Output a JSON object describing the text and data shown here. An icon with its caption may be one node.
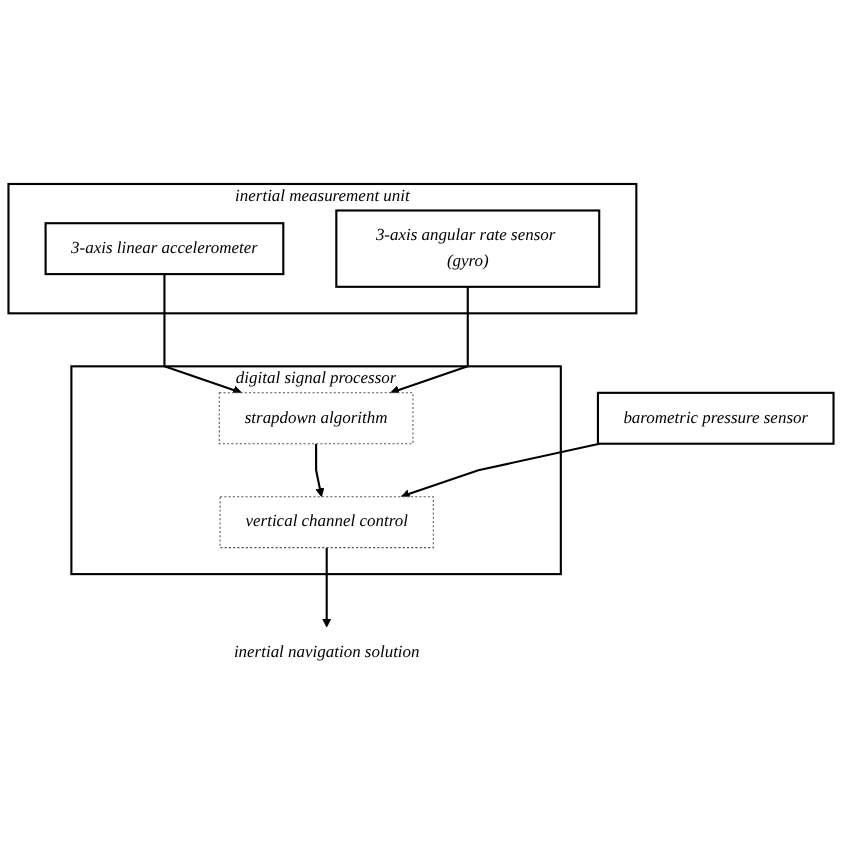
{
  "diagram": {
    "nodes": [
      {
        "text": [
          "inertial measurement unit"
        ]
      },
      {
        "text": [
          "3-axis linear accelerometer"
        ],
        "in": 0
      },
      {
        "text": [
          "3-axis angular rate sensor (gyro)"
        ],
        "in": 0
      },
      {
        "text": [
          "digital signal processor"
        ]
      },
      {
        "text": [
          "strapdown algorithm"
        ],
        "in": 3
      },
      {
        "text": [
          "vertical channel control"
        ],
        "in": 3
      },
      {
        "text": [
          "inertial navigation solution"
        ]
      },
      {
        "text": [
          "barometric pressure sensor"
        ]
      }
    ],
    "edges": [
      {
        "from": 1,
        "to": 4,
        "arrow": "to"
      },
      {
        "from": 2,
        "to": 4,
        "arrow": "to"
      },
      {
        "from": 4,
        "to": 5,
        "arrow": "to"
      },
      {
        "from": 5,
        "to": 6,
        "arrow": "to"
      },
      {
        "from": 7,
        "to": 5,
        "arrow": "to"
      }
    ]
  }
}
